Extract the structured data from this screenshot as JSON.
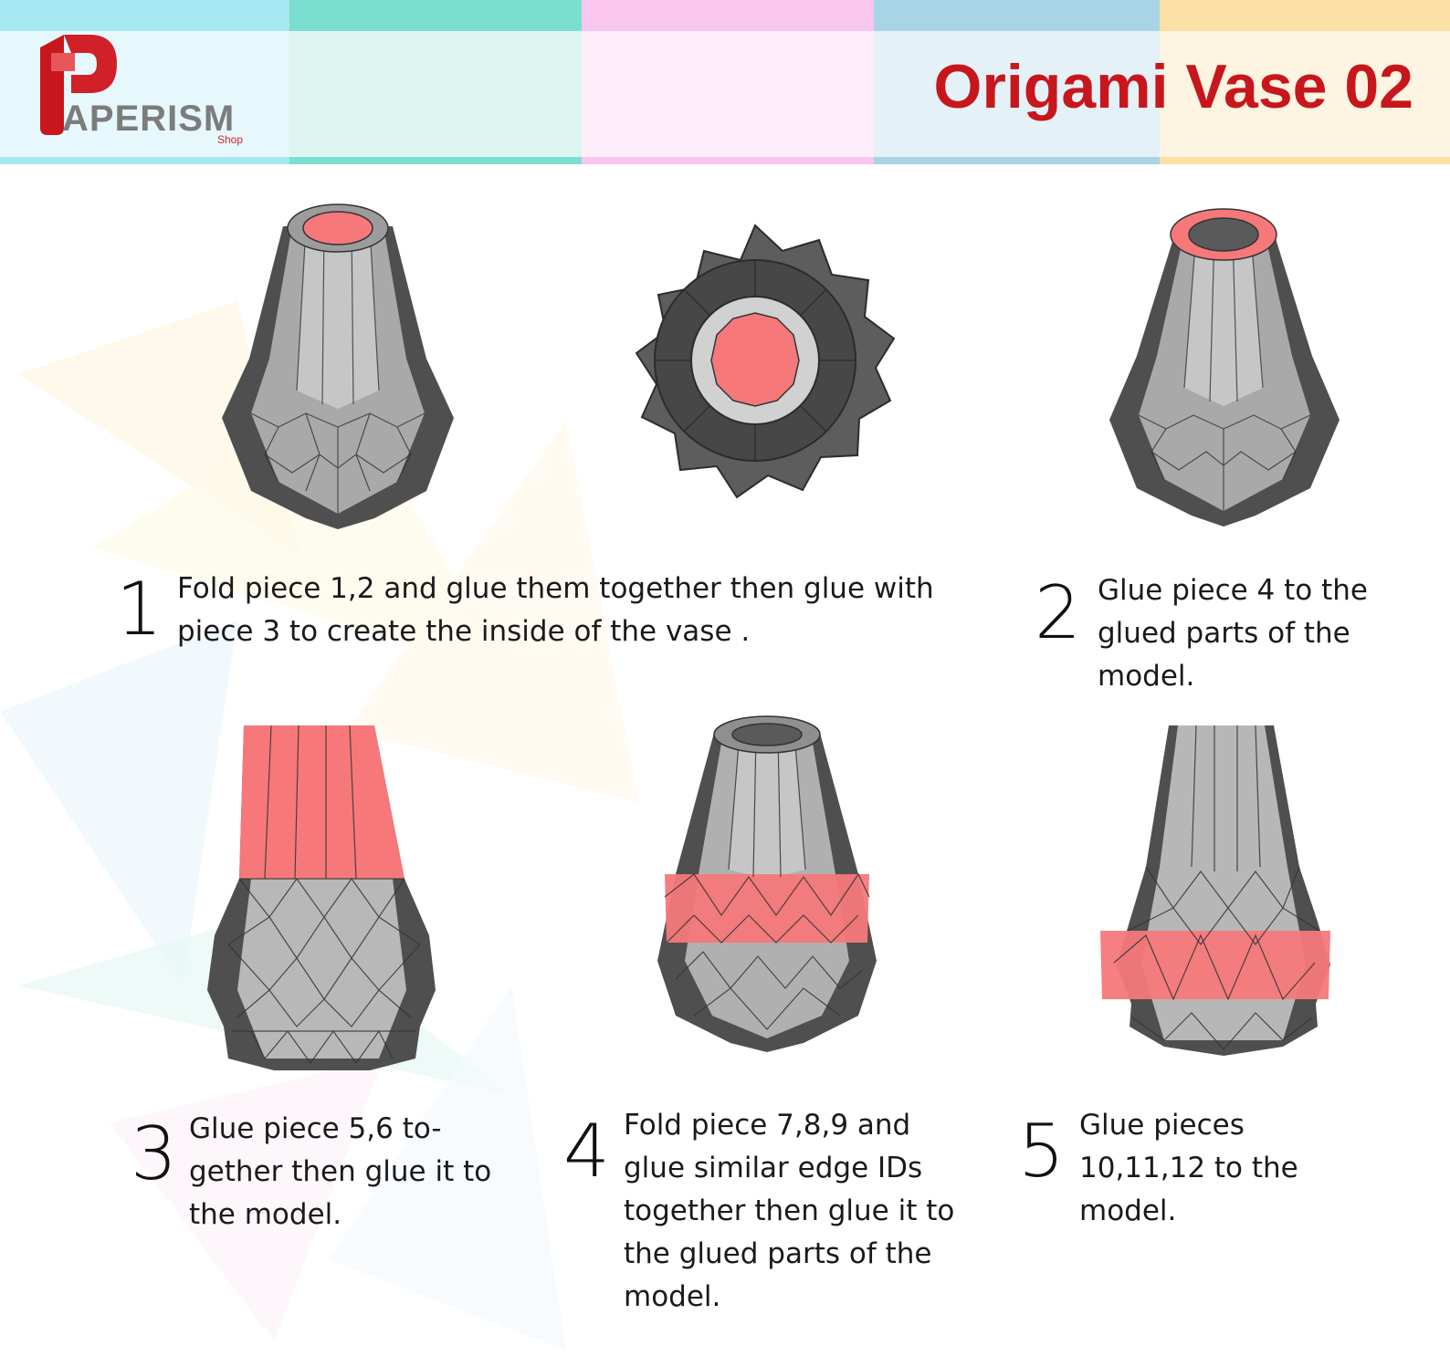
{
  "header": {
    "brand_name": "APERISM",
    "brand_sub": "Shop",
    "title": "Origami Vase 02",
    "band_colors": [
      "#a6e7f2",
      "#7bdfcf",
      "#f9c6ef",
      "#a7d5e5",
      "#fbe0a6"
    ],
    "band_light_colors": [
      "#e6f8fc",
      "#dff5f1",
      "#fdeef9",
      "#e4f2f7",
      "#fdf4e1"
    ],
    "brand_color": "#c8161d"
  },
  "colors": {
    "accent": "#f6787a",
    "vase_dark": "#5a5a5a",
    "vase_light": "#bdbdbd"
  },
  "figures": {
    "fig1": "vase-side-view-icon",
    "fig_top": "vase-top-view-icon",
    "fig2": "vase-rim-highlight-icon",
    "fig3": "vase-upper-cone-highlight-icon",
    "fig4": "vase-middle-band-highlight-icon",
    "fig5": "vase-lower-band-highlight-icon"
  },
  "steps": [
    {
      "number": "1",
      "text": "Fold piece 1,2 and glue them together then glue with\npiece 3 to create the inside of the vase ."
    },
    {
      "number": "2",
      "text": "Glue piece 4 to the\nglued parts of the\nmodel."
    },
    {
      "number": "3",
      "text": "Glue piece 5,6 to-\ngether then glue it to\nthe model."
    },
    {
      "number": "4",
      "text": "Fold piece 7,8,9 and\nglue similar edge IDs\ntogether then glue it to\nthe glued parts of the\nmodel."
    },
    {
      "number": "5",
      "text": "Glue pieces\n10,11,12 to  the\nmodel."
    }
  ]
}
